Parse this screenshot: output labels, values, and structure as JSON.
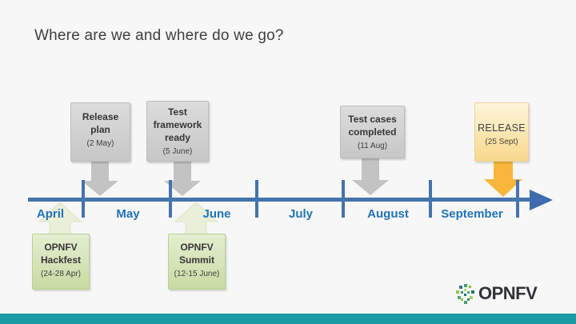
{
  "slide": {
    "title": "Where are we and where do we go?",
    "background_color": "#f7f7f7",
    "footer_bar_color": "#1a9aa2"
  },
  "timeline": {
    "axis_color": "#4573ad",
    "month_label_color": "#2173b7",
    "months": [
      "April",
      "May",
      "June",
      "July",
      "August",
      "September"
    ]
  },
  "milestones": [
    {
      "lines": [
        "Release",
        "plan"
      ],
      "date": "(2 May)",
      "variant": "gray"
    },
    {
      "lines": [
        "Test",
        "framework",
        "ready"
      ],
      "date": "(5 June)",
      "variant": "gray"
    },
    {
      "lines": [
        "Test cases",
        "completed"
      ],
      "date": "(11 Aug)",
      "variant": "gray"
    },
    {
      "lines": [
        "RELEASE"
      ],
      "date": "(25 Sept)",
      "variant": "gold"
    }
  ],
  "events": [
    {
      "lines": [
        "OPNFV",
        "Hackfest"
      ],
      "date": "(24-28 Apr)"
    },
    {
      "lines": [
        "OPNFV",
        "Summit"
      ],
      "date": "(12-15 June)"
    }
  ],
  "logo": {
    "wordmark": "OPNFV"
  },
  "colors": {
    "gray_box": "#d2d2d2",
    "gray_arrow": "#c3c3c3",
    "gold_box_top": "#fdf5da",
    "gold_box_bottom": "#f8d88c",
    "gold_arrow": "#f8b63c",
    "green_box_top": "#e4eed1",
    "green_box_bottom": "#c9daa2",
    "green_arrow": "#e9efd8",
    "timeline_blue": "#4573ad",
    "month_blue": "#2173b7",
    "footer_teal": "#1a9aa2"
  }
}
